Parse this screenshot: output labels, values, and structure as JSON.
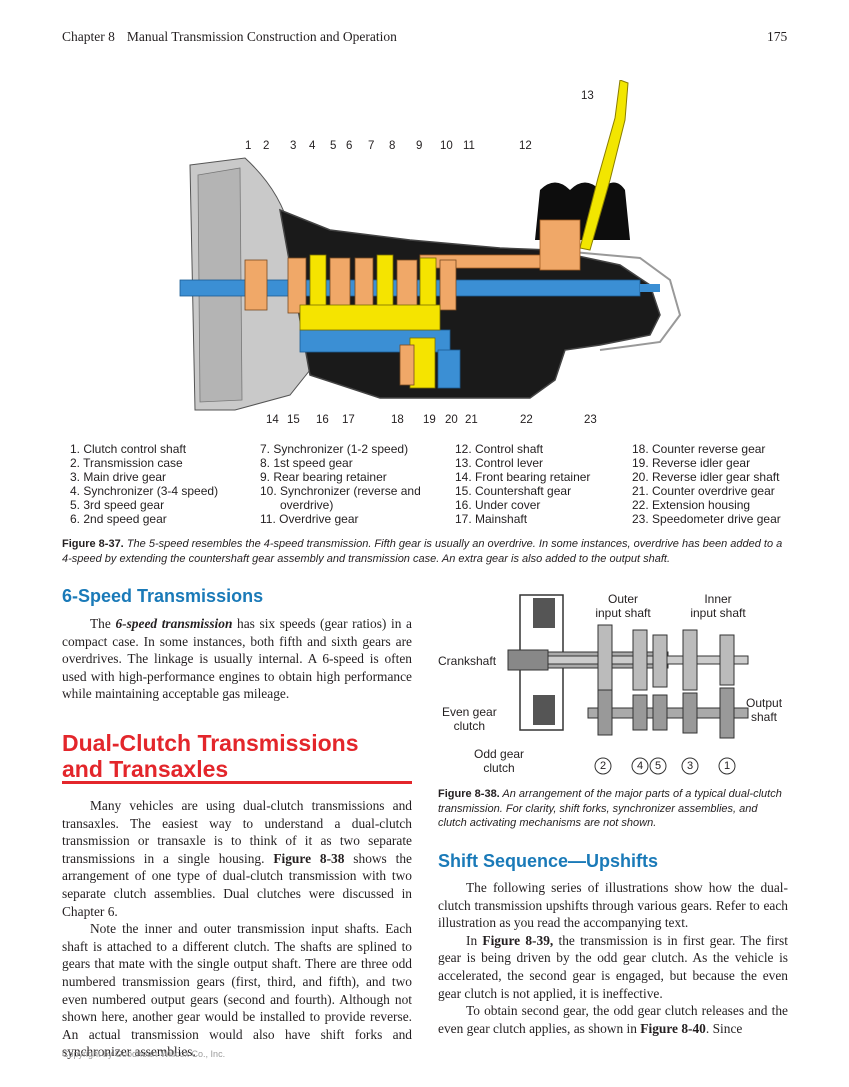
{
  "header": {
    "chapter": "Chapter 8",
    "title": "Manual Transmission Construction and Operation",
    "page_number": "175"
  },
  "figure_8_37": {
    "top_callouts": [
      "1",
      "2",
      "3",
      "4",
      "5",
      "6",
      "7",
      "8",
      "9",
      "10",
      "11",
      "12"
    ],
    "lever_callout": "13",
    "bottom_callouts": [
      "14",
      "15",
      "16",
      "17",
      "18",
      "19",
      "20",
      "21",
      "22",
      "23"
    ],
    "legend_col1": [
      "1. Clutch control shaft",
      "2. Transmission case",
      "3. Main drive gear",
      "4. Synchronizer (3-4 speed)",
      "5. 3rd speed gear",
      "6. 2nd speed gear"
    ],
    "legend_col2": [
      "7. Synchronizer (1-2 speed)",
      "8. 1st speed gear",
      "9. Rear bearing retainer",
      "10. Synchronizer (reverse and",
      "overdrive)",
      "11. Overdrive gear"
    ],
    "legend_col3": [
      "12. Control shaft",
      "13. Control lever",
      "14. Front bearing retainer",
      "15. Countershaft gear",
      "16. Under cover",
      "17. Mainshaft"
    ],
    "legend_col4": [
      "18. Counter reverse gear",
      "19. Reverse idler gear",
      "20. Reverse idler gear shaft",
      "21. Counter overdrive gear",
      "22. Extension housing",
      "23. Speedometer drive gear"
    ],
    "caption_label": "Figure 8-37.",
    "caption_text": "The 5-speed resembles the 4-speed transmission. Fifth gear is usually an overdrive. In some instances, overdrive has been added to a 4-speed by extending the countershaft gear assembly and transmission case. An extra gear is also added to the output shaft."
  },
  "section_6speed": {
    "heading": "6-Speed Transmissions",
    "p1_intro": "The ",
    "p1_term": "6-speed transmission",
    "p1_rest": " has six speeds (gear ratios) in a compact case. In some instances, both fifth and sixth gears are overdrives. The linkage is usually internal. A 6-speed is often used with high-performance engines to obtain high performance while maintaining acceptable gas mileage."
  },
  "section_dual": {
    "heading_line1": "Dual-Clutch Transmissions",
    "heading_line2": "and Transaxles",
    "p1_a": "Many vehicles are using dual-clutch transmissions and transaxles. The easiest way to understand a dual-clutch transmission or transaxle is to think of it as two separate transmissions in a single housing. ",
    "p1_ref": "Figure 8-38",
    "p1_b": " shows the arrangement of one type of dual-clutch transmission with two separate clutch assemblies. Dual clutches were discussed in Chapter 6.",
    "p2": "Note the inner and outer transmission input shafts. Each shaft is attached to a different clutch. The shafts are splined to gears that mate with the single output shaft. There are three odd numbered transmission gears (first, third, and fifth), and two even numbered output gears (second and fourth). Although not shown here, another gear would be installed to provide reverse. An actual transmission would also have shift forks and synchronizer assemblies."
  },
  "figure_8_38": {
    "label_outer": [
      "Outer",
      "input shaft"
    ],
    "label_inner": [
      "Inner",
      "input shaft"
    ],
    "label_crankshaft": "Crankshaft",
    "label_even": [
      "Even gear",
      "clutch"
    ],
    "label_odd": [
      "Odd gear",
      "clutch"
    ],
    "label_output": [
      "Output",
      "shaft"
    ],
    "gear_numbers": [
      "2",
      "4",
      "5",
      "3",
      "1"
    ],
    "caption_label": "Figure 8-38.",
    "caption_text": "An arrangement of the major parts of a typical dual-clutch transmission. For clarity, shift forks, synchronizer assemblies, and clutch activating mechanisms are not shown."
  },
  "section_upshifts": {
    "heading": "Shift Sequence—Upshifts",
    "p1": "The following series of illustrations show how the dual-clutch transmission upshifts through various gears. Refer to each illustration as you read the accompanying text.",
    "p2_a": "In ",
    "p2_ref": "Figure 8-39,",
    "p2_b": " the transmission is in first gear. The first gear is being driven by the odd gear clutch. As the vehicle is accelerated, the second gear is engaged, but because the even gear clutch is not applied, it is ineffective.",
    "p3_a": "To obtain second gear, the odd gear clutch releases and the even gear clutch applies, as shown in ",
    "p3_ref": "Figure 8-40",
    "p3_b": ". Since"
  },
  "footer": {
    "copyright": "Copyright by Goodheart-Willcox Co., Inc."
  },
  "colors": {
    "section_blue": "#1a7ab8",
    "heading_red": "#e3262b",
    "shaft_blue": "#3b8fd4",
    "gear_yellow": "#f5e400",
    "lever_yellow": "#f2e600",
    "orange": "#f0a868"
  }
}
